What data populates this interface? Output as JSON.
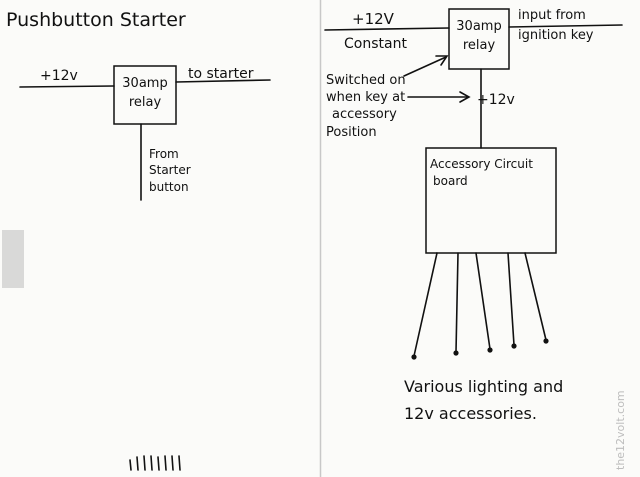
{
  "left": {
    "title": "Pushbutton Starter",
    "power_label": "+12v",
    "relay_line1": "30amp",
    "relay_line2": "relay",
    "output_label": "to starter",
    "input_line1": "From",
    "input_line2": "Starter",
    "input_line3": "button"
  },
  "right": {
    "power_line1": "+12V",
    "power_line2": "Constant",
    "relay_line1": "30amp",
    "relay_line2": "relay",
    "input_line1": "input from",
    "input_line2": "ignition key",
    "note_line1": "Switched on",
    "note_line2": "when key at",
    "note_line3": "accessory",
    "note_line4": "Position",
    "output_label": "+12v",
    "board_line1": "Accessory Circuit",
    "board_line2": "board",
    "caption_line1": "Various lighting and",
    "caption_line2": "12v accessories.",
    "watermark": "the12volt.com"
  }
}
